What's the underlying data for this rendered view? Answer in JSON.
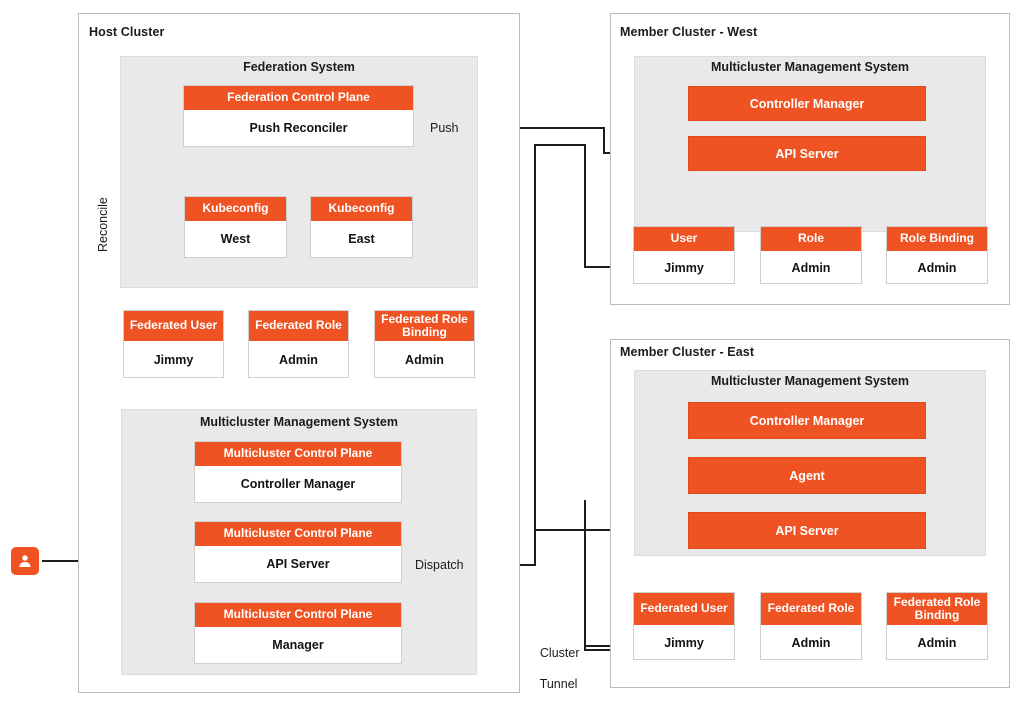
{
  "colors": {
    "accent": "#EF5323",
    "panel_bg": "#E9E9E9",
    "frame_border": "#B9B9B9",
    "line": "#1D1D1D",
    "page_bg": "#FFFFFF"
  },
  "clusters": {
    "host": {
      "title": "Host Cluster",
      "federation_system": {
        "title": "Federation System",
        "control_plane": {
          "header": "Federation Control Plane",
          "body": "Push Reconciler"
        },
        "kubeconfigs": [
          {
            "header": "Kubeconfig",
            "body": "West"
          },
          {
            "header": "Kubeconfig",
            "body": "East"
          }
        ]
      },
      "federated_resources": [
        {
          "header": "Federated User",
          "body": "Jimmy"
        },
        {
          "header": "Federated Role",
          "body": "Admin"
        },
        {
          "header": "Federated Role Binding",
          "body": "Admin"
        }
      ],
      "mcms": {
        "title": "Multicluster Management System",
        "components": [
          {
            "header": "Multicluster Control Plane",
            "body": "Controller Manager"
          },
          {
            "header": "Multicluster Control Plane",
            "body": "API Server"
          },
          {
            "header": "Multicluster Control Plane",
            "body": "Manager"
          }
        ]
      }
    },
    "west": {
      "title": "Member  Cluster - West",
      "mcms": {
        "title": "Multicluster Management System",
        "bars": [
          "Controller Manager",
          "API Server"
        ]
      },
      "resources": [
        {
          "header": "User",
          "body": "Jimmy"
        },
        {
          "header": "Role",
          "body": "Admin"
        },
        {
          "header": "Role Binding",
          "body": "Admin"
        }
      ]
    },
    "east": {
      "title": "Member Cluster - East",
      "mcms": {
        "title": "Multicluster Management System",
        "bars": [
          "Controller Manager",
          "Agent",
          "API Server"
        ]
      },
      "resources": [
        {
          "header": "Federated User",
          "body": "Jimmy"
        },
        {
          "header": "Federated Role",
          "body": "Admin"
        },
        {
          "header": "Federated Role Binding",
          "body": "Admin"
        }
      ]
    }
  },
  "edge_labels": {
    "reconcile": "Reconcile",
    "push": "Push",
    "dispatch": "Dispatch",
    "cluster_tunnel_line1": "Cluster",
    "cluster_tunnel_line2": "Tunnel"
  },
  "actor": {
    "icon": "user-icon"
  }
}
